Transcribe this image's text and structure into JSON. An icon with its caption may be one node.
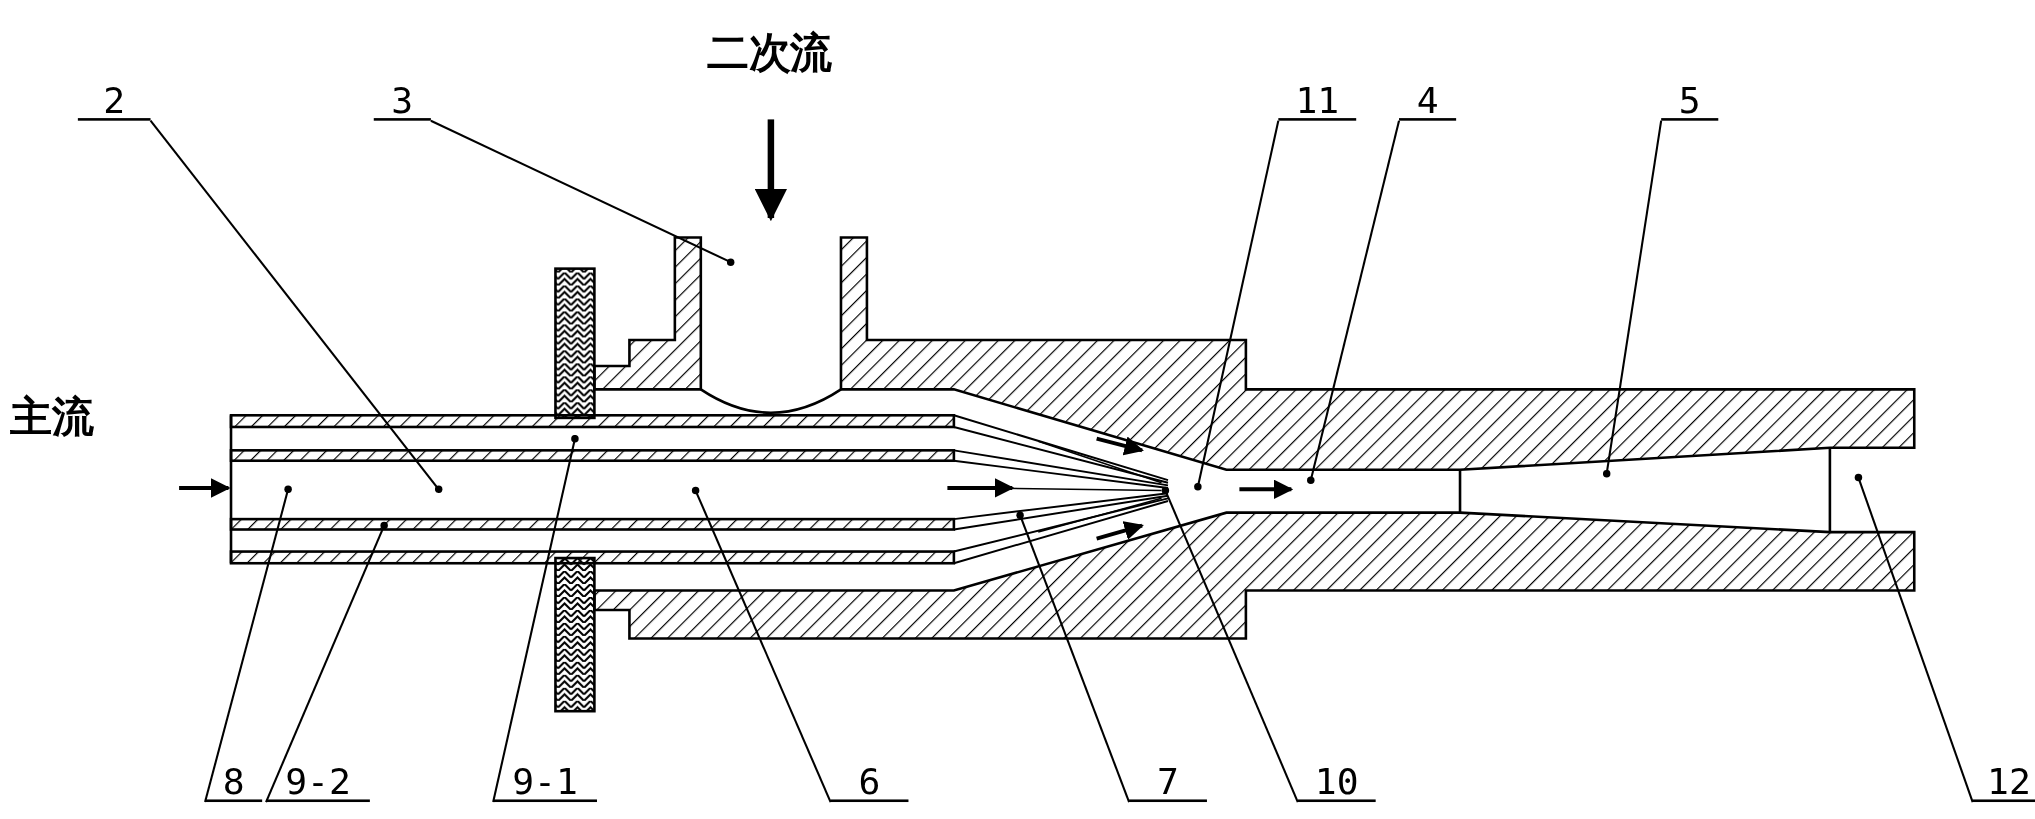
{
  "diagram": {
    "nodes": [
      {
        "text": [
          "2"
        ]
      },
      {
        "text": [
          "3"
        ]
      },
      {
        "text": [
          "11"
        ]
      },
      {
        "text": [
          "4"
        ]
      },
      {
        "text": [
          "5"
        ]
      },
      {
        "text": [
          "8"
        ]
      },
      {
        "text": [
          "9-2"
        ]
      },
      {
        "text": [
          "9-1"
        ]
      },
      {
        "text": [
          "6"
        ]
      },
      {
        "text": [
          "7"
        ]
      },
      {
        "text": [
          "10"
        ]
      },
      {
        "text": [
          "12"
        ]
      }
    ],
    "edges": [
      {
        "from": 0,
        "to": null,
        "arrow": "other"
      },
      {
        "from": 1,
        "to": null,
        "arrow": "other"
      },
      {
        "from": 2,
        "to": null,
        "arrow": "other"
      },
      {
        "from": 3,
        "to": null,
        "arrow": "other"
      },
      {
        "from": 4,
        "to": null,
        "arrow": "other"
      },
      {
        "from": 5,
        "to": null,
        "arrow": "other"
      },
      {
        "from": 6,
        "to": null,
        "arrow": "other"
      },
      {
        "from": 7,
        "to": null,
        "arrow": "other"
      },
      {
        "from": 8,
        "to": null,
        "arrow": "other"
      },
      {
        "from": 9,
        "to": null,
        "arrow": "other"
      },
      {
        "from": 10,
        "to": null,
        "arrow": "other"
      },
      {
        "from": 11,
        "to": null,
        "arrow": "other"
      }
    ],
    "labels": [
      "二次流",
      "主流"
    ]
  }
}
